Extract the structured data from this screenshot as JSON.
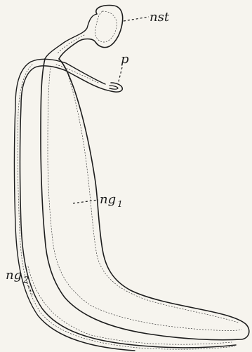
{
  "figure": {
    "labels": {
      "nst": "nst",
      "p": "p",
      "ng1_base": "ng",
      "ng1_sub": "1",
      "ng2_base": "ng",
      "ng2_sub": "2"
    }
  },
  "colors": {
    "background": "#f6f4ee",
    "ink": "#1c1c1c"
  }
}
